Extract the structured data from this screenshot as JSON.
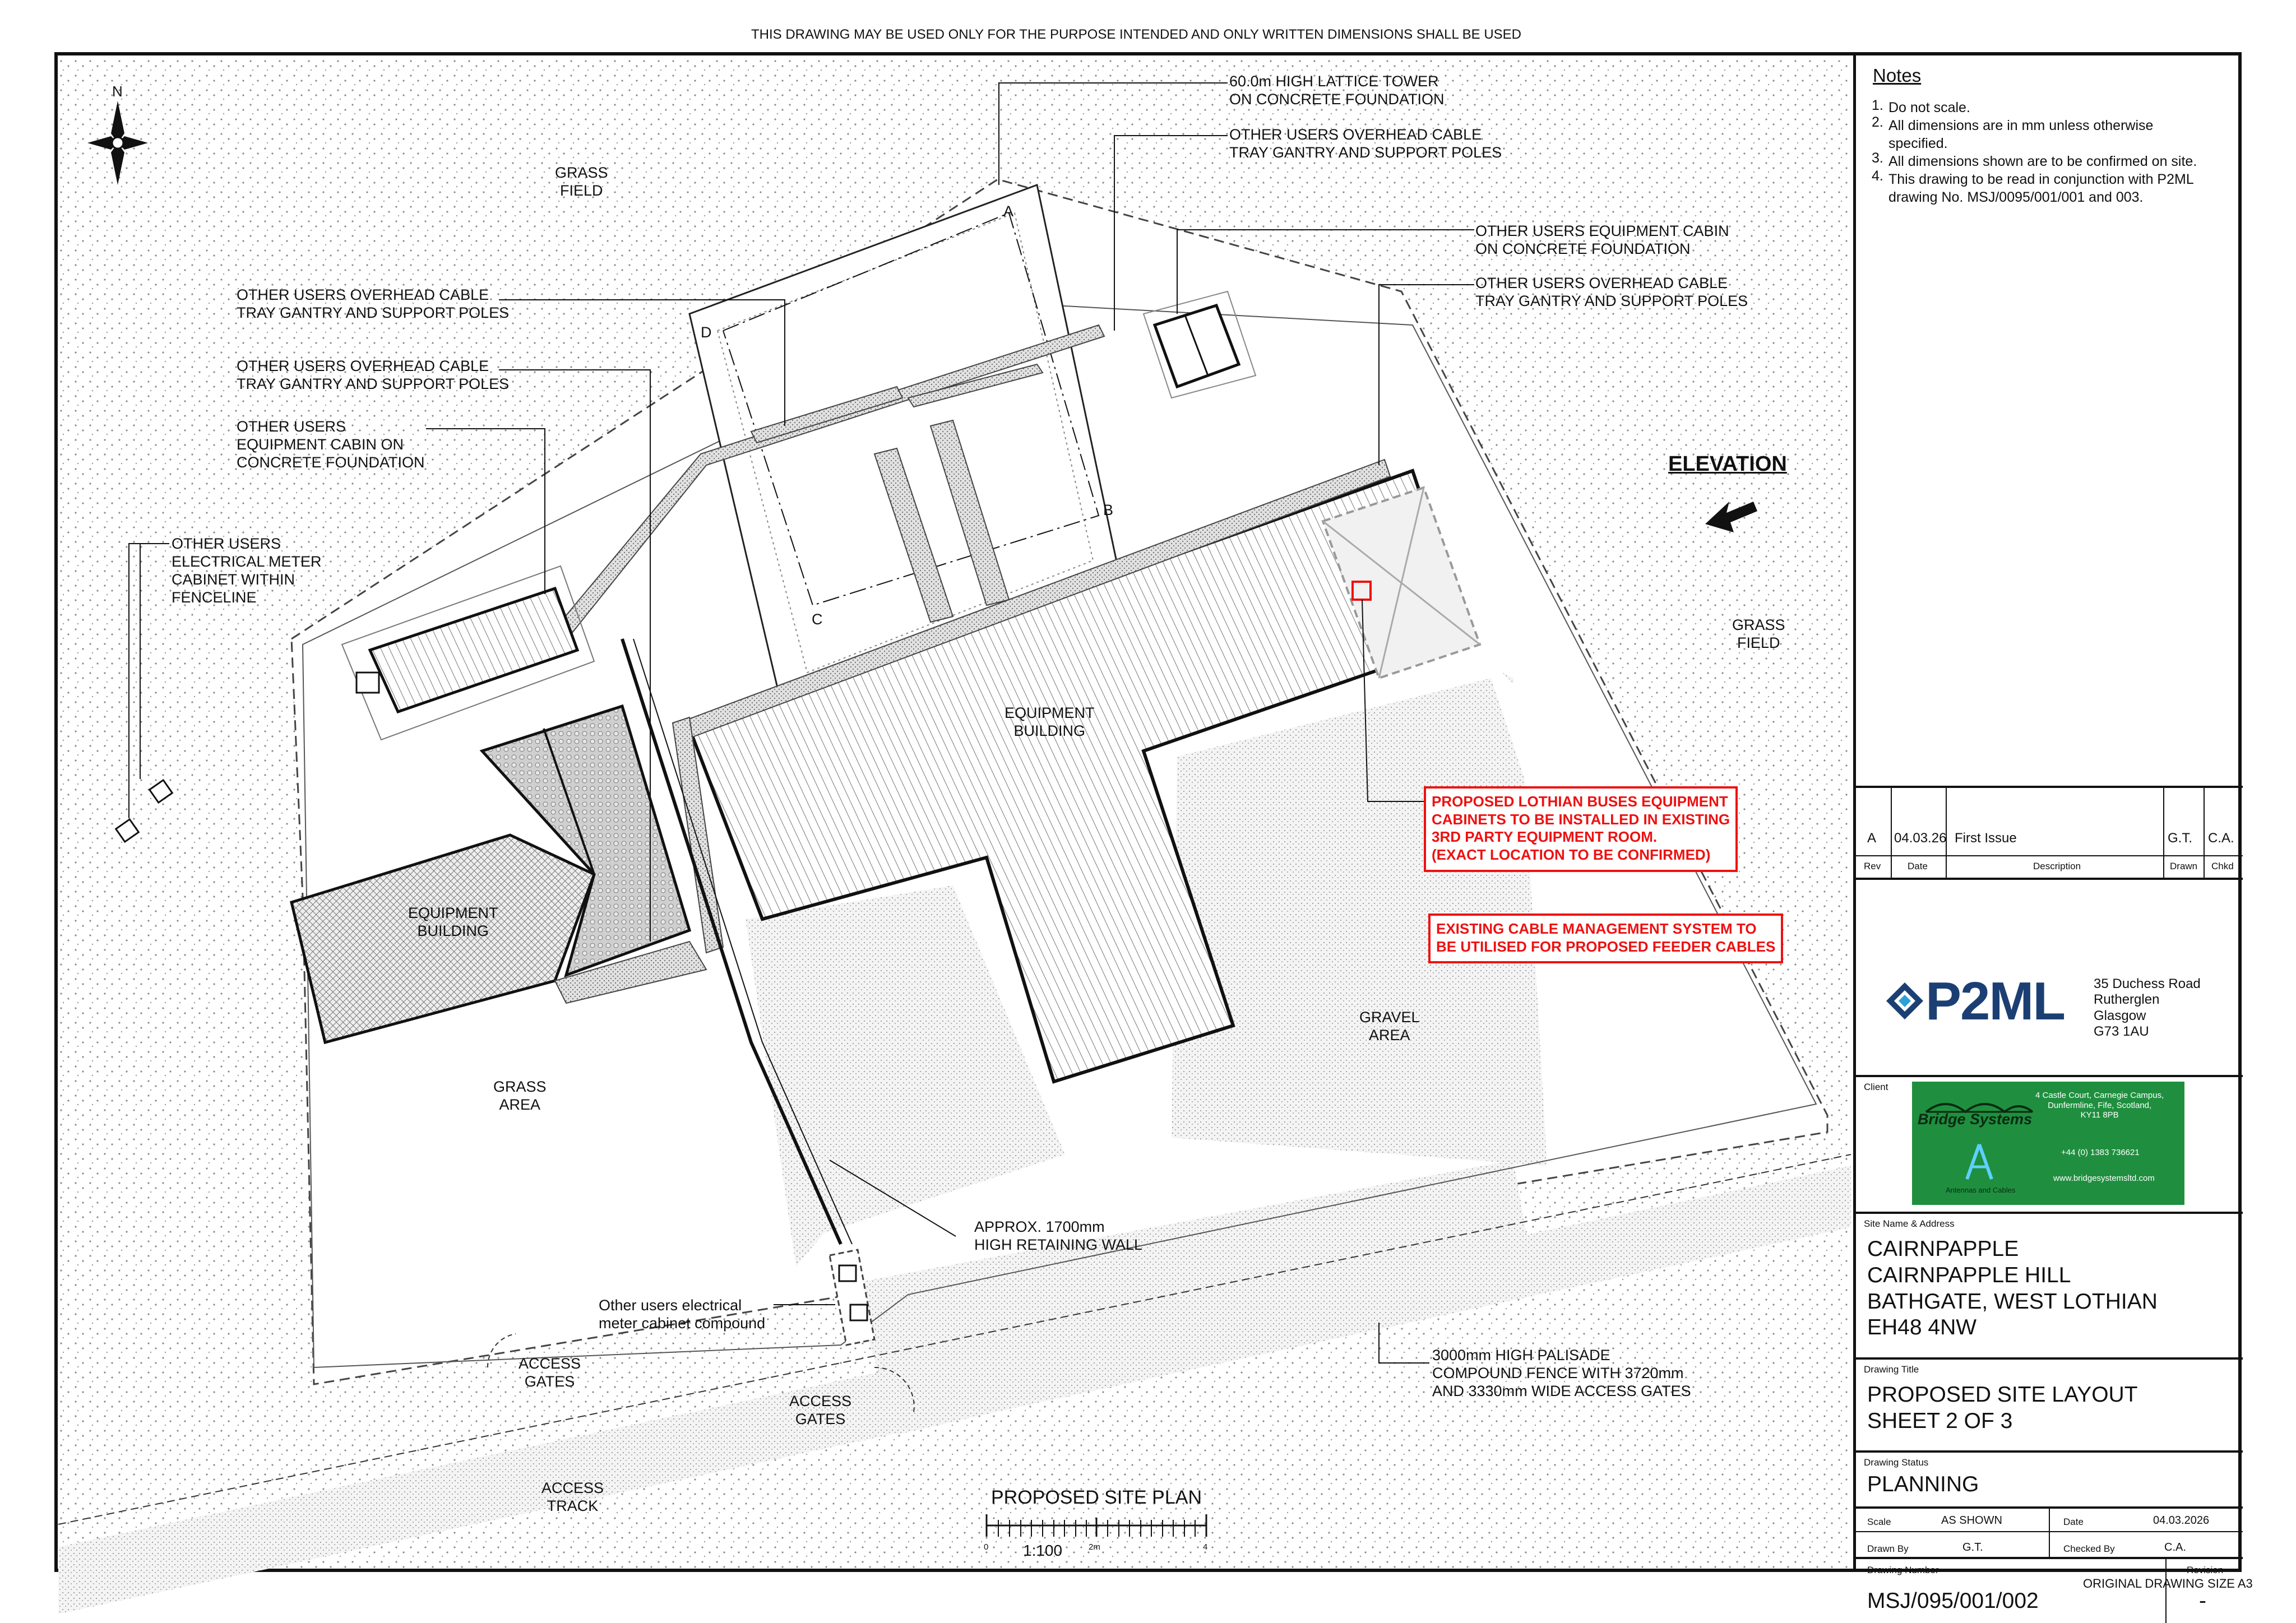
{
  "header_text": "THIS DRAWING MAY BE USED ONLY FOR THE PURPOSE INTENDED AND ONLY WRITTEN DIMENSIONS SHALL BE USED",
  "footer_text": "ORIGINAL DRAWING SIZE A3",
  "north_label": "N",
  "elevation_label": "ELEVATION",
  "labels": {
    "grass_field_top": "GRASS\nFIELD",
    "grass_field_right": "GRASS\nFIELD",
    "grass_area": "GRASS\nAREA",
    "gravel_area": "GRAVEL\nAREA",
    "equipment_building_main": "EQUIPMENT\nBUILDING",
    "equipment_building_left": "EQUIPMENT\nBUILDING",
    "access_gates_left": "ACCESS\nGATES",
    "access_gates_right": "ACCESS\nGATES",
    "access_track": "ACCESS\nTRACK",
    "corner_a": "A",
    "corner_b": "B",
    "corner_c": "C",
    "corner_d": "D"
  },
  "callouts": {
    "tower": "60.0m HIGH LATTICE TOWER\nON CONCRETE FOUNDATION",
    "gantry_top": "OTHER USERS OVERHEAD CABLE\nTRAY GANTRY AND SUPPORT POLES",
    "cabin_right": "OTHER USERS EQUIPMENT CABIN\nON CONCRETE FOUNDATION",
    "gantry_right": "OTHER USERS OVERHEAD CABLE\nTRAY GANTRY AND SUPPORT POLES",
    "gantry_left_1": "OTHER USERS OVERHEAD CABLE\nTRAY GANTRY AND SUPPORT POLES",
    "gantry_left_2": "OTHER USERS OVERHEAD CABLE\nTRAY GANTRY AND SUPPORT POLES",
    "cabin_left": "OTHER USERS\nEQUIPMENT CABIN ON\nCONCRETE FOUNDATION",
    "meter_cabinet": "OTHER USERS\nELECTRICAL METER\nCABINET WITHIN\nFENCELINE",
    "retaining_wall": "APPROX. 1700mm\nHIGH RETAINING WALL",
    "meter_compound": "Other users electrical\nmeter cabinet compound",
    "fence": "3000mm HIGH PALISADE\nCOMPOUND FENCE WITH 3720mm\nAND 3330mm WIDE ACCESS GATES",
    "proposed_cabinets": "PROPOSED LOTHIAN BUSES EQUIPMENT\nCABINETS TO BE INSTALLED IN EXISTING\n3RD PARTY EQUIPMENT ROOM.\n(EXACT LOCATION TO BE CONFIRMED)",
    "existing_cable": "EXISTING CABLE MANAGEMENT SYSTEM TO\nBE UTILISED FOR PROPOSED FEEDER CABLES"
  },
  "plan_title": "PROPOSED SITE PLAN",
  "scale_bar": {
    "scale": "1:100",
    "tick_0": "0",
    "tick_2": "2m",
    "tick_4": "4"
  },
  "colors": {
    "accent_red": "#e11111",
    "client_green": "#1f8f3f",
    "p2ml_blue": "#1c3f73"
  },
  "title_block": {
    "notes_title": "Notes",
    "notes": [
      {
        "n": "1.",
        "text": "Do not scale."
      },
      {
        "n": "2.",
        "text": "All dimensions are in mm unless otherwise\nspecified."
      },
      {
        "n": "3.",
        "text": "All dimensions shown are to be confirmed on site."
      },
      {
        "n": "4.",
        "text": "This drawing to be read in conjunction with P2ML\ndrawing No. MSJ/0095/001/001 and 003."
      }
    ],
    "revision": {
      "rev": "A",
      "date": "04.03.26",
      "description": "First Issue",
      "drawn": "G.T.",
      "checked": "C.A."
    },
    "revision_headers": {
      "rev": "Rev",
      "date": "Date",
      "description": "Description",
      "drawn": "Drawn",
      "checked": "Chkd"
    },
    "company": {
      "name": "P2ML",
      "address": "35 Duchess Road\nRutherglen\nGlasgow\nG73 1AU"
    },
    "client_label": "Client",
    "client": {
      "name": "Bridge Systems",
      "tagline": "Antennas and Cables",
      "address": "4 Castle Court, Carnegie Campus,\nDunfermline, Fife, Scotland,\nKY11 8PB",
      "phone": "+44 (0) 1383 736621",
      "web": "www.bridgesystemsltd.com"
    },
    "site_label": "Site Name & Address",
    "site": "CAIRNPAPPLE\nCAIRNPAPPLE HILL\nBATHGATE, WEST LOTHIAN\nEH48 4NW",
    "title_label": "Drawing Title",
    "title": "PROPOSED SITE LAYOUT\nSHEET 2 OF 3",
    "status_label": "Drawing Status",
    "status": "PLANNING",
    "scale_label": "Scale",
    "scale_value": "AS SHOWN",
    "date_label": "Date",
    "date_value": "04.03.2026",
    "drawn_by_label": "Drawn By",
    "drawn_by": "G.T.",
    "checked_by_label": "Checked By",
    "checked_by": "C.A.",
    "drawing_number_label": "Drawing Number",
    "drawing_number": "MSJ/095/001/002",
    "revision_label": "Revision",
    "revision_value": "-"
  }
}
